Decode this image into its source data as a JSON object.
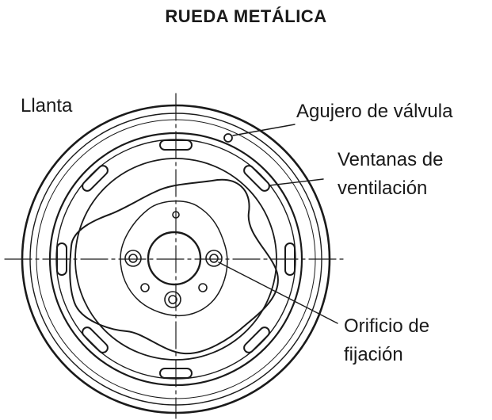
{
  "title": "RUEDA METÁLICA",
  "labels": {
    "rim": "Llanta",
    "valve_hole": "Agujero de válvula",
    "vents_line1": "Ventanas de",
    "vents_line2": "ventilación",
    "fixing_line1": "Orificio de",
    "fixing_line2": "fijación"
  }
}
